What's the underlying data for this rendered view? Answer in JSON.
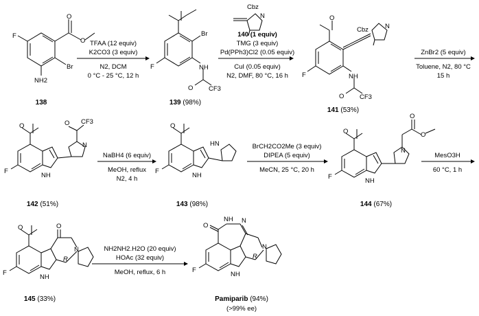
{
  "compounds": [
    {
      "id": "138",
      "yield": ""
    },
    {
      "id": "139",
      "yield": " (98%)"
    },
    {
      "id": "141",
      "yield": " (53%)"
    },
    {
      "id": "142",
      "yield": " (51%)"
    },
    {
      "id": "143",
      "yield": " (98%)"
    },
    {
      "id": "144",
      "yield": " (67%)"
    },
    {
      "id": "145",
      "yield": " (33%)"
    },
    {
      "id": "Pamiparib",
      "yield": " (94%)",
      "note": "(>99% ee)"
    }
  ],
  "atoms": {
    "F": "F",
    "Br": "Br",
    "NH2": "NH2",
    "NH": "NH",
    "CF3": "CF3",
    "Cbz": "Cbz",
    "N": "N",
    "HN": "HN",
    "O": "O",
    "R": "R"
  },
  "steps": [
    {
      "above": [
        "TFAA (12 equiv)",
        "K2CO3 (3 equiv)"
      ],
      "below": [
        "N2, DCM",
        "0 °C - 25 °C, 12 h"
      ]
    },
    {
      "above": [
        "140 (1 equiv)",
        "TMG (3 equiv)",
        "Pd(PPh3)Cl2 (0.05 equiv)"
      ],
      "below": [
        "CuI (0.05 equiv)",
        "N2, DMF, 80 °C, 16 h"
      ]
    },
    {
      "above": [
        "ZnBr2 (5 equiv)"
      ],
      "below": [
        "Toluene, N2, 80 °C",
        "15 h"
      ]
    },
    {
      "above": [
        "NaBH4 (6 equiv)"
      ],
      "below": [
        "MeOH, reflux",
        "N2, 4 h"
      ]
    },
    {
      "above": [
        "BrCH2CO2Me (3 equiv)",
        "DIPEA (5 equiv)"
      ],
      "below": [
        "MeCN,  25 °C, 20 h"
      ]
    },
    {
      "above": [
        "MesO3H"
      ],
      "below": [
        "60 °C, 1 h"
      ]
    },
    {
      "above": [
        "NH2NH2.H2O (20 equiv)",
        "HOAc (32 equiv)"
      ],
      "below": [
        "MeOH, reflux, 6 h"
      ]
    }
  ]
}
